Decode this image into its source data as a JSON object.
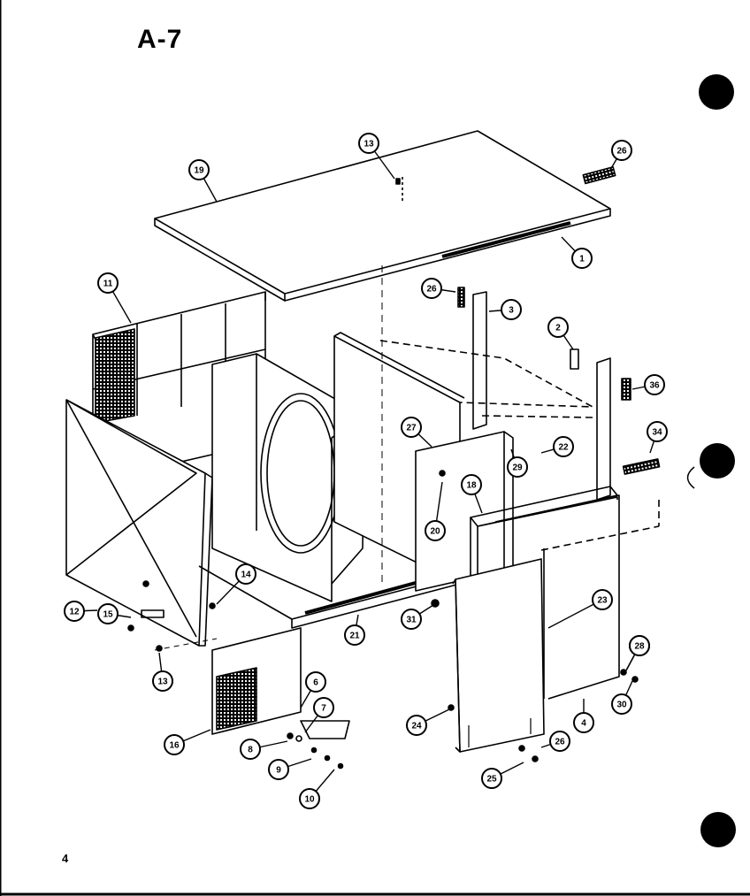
{
  "page": {
    "title": "A-7",
    "number": "4"
  },
  "callouts": [
    "1",
    "2",
    "3",
    "4",
    "6",
    "7",
    "8",
    "9",
    "10",
    "11",
    "12",
    "13",
    "13",
    "14",
    "15",
    "16",
    "18",
    "19",
    "20",
    "21",
    "22",
    "23",
    "24",
    "25",
    "26",
    "26",
    "26",
    "26",
    "27",
    "28",
    "29",
    "30",
    "31",
    "34",
    "36"
  ]
}
